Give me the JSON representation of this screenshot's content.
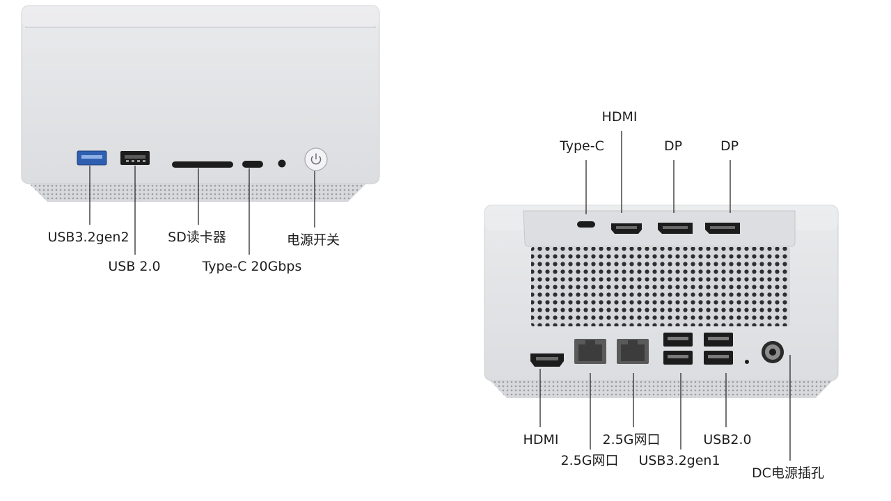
{
  "front_panel": {
    "labels": {
      "usb32gen2": "USB3.2gen2",
      "usb20": "USB 2.0",
      "sd_reader": "SD读卡器",
      "typec_20gbps": "Type-C 20Gbps",
      "power_switch": "电源开关"
    }
  },
  "rear_panel": {
    "top_labels": {
      "typec": "Type-C",
      "hdmi": "HDMI",
      "dp1": "DP",
      "dp2": "DP"
    },
    "bottom_labels": {
      "hdmi": "HDMI",
      "lan1": "2.5G网口",
      "lan2": "2.5G网口",
      "usb32gen1": "USB3.2gen1",
      "usb20": "USB2.0",
      "dc_jack": "DC电源插孔"
    }
  },
  "colors": {
    "chassis": "#e6e6e8",
    "chassis_edge": "#c9cacc",
    "usb3_blue": "#2f5fb0",
    "port_dark": "#1c1c1c",
    "lan_gray": "#5a5a5a",
    "line": "#2a2a2a"
  }
}
